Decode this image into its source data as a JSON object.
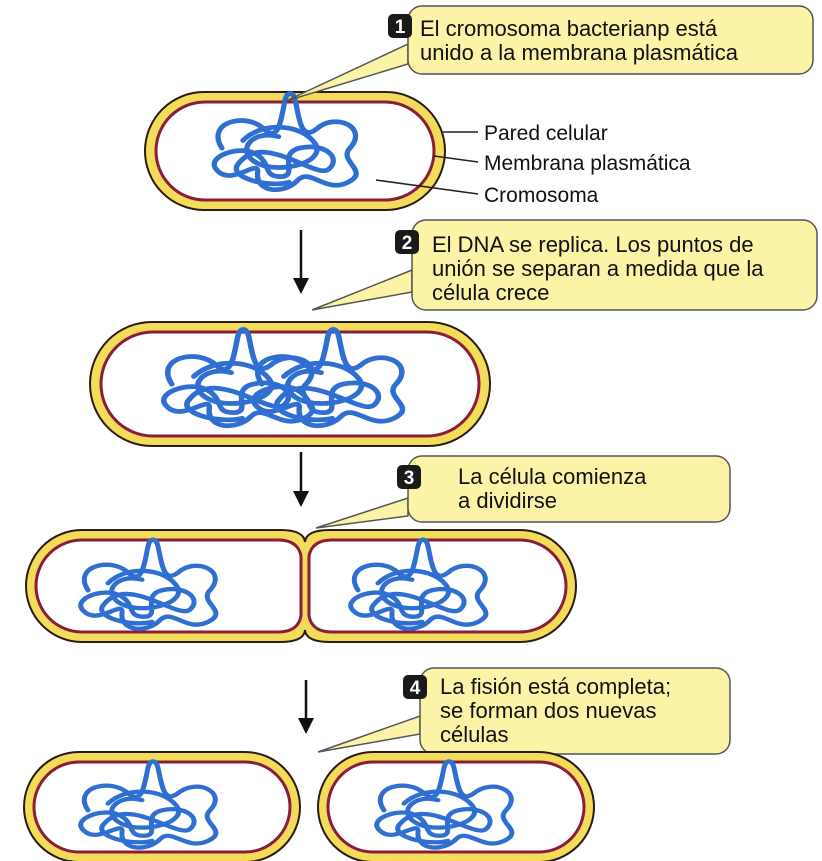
{
  "colors": {
    "wall": "#f2dc5a",
    "wall_edge": "#2a1a10",
    "membrane": "#8b1d3b",
    "cytoplasm": "#ffffff",
    "chromosome": "#2f6fd1",
    "chromosome_dark": "#1f4fa8",
    "callout_bg": "#fbf3a6",
    "callout_border": "#555555",
    "badge": "#1a1a1a",
    "arrow": "#111111"
  },
  "steps": [
    {
      "number": "1",
      "lines": [
        "El cromosoma bacterianp está",
        "unido a la membrana plasmática"
      ]
    },
    {
      "number": "2",
      "lines": [
        "El DNA se replica. Los puntos de",
        "unión se separan a medida que la",
        "célula crece"
      ]
    },
    {
      "number": "3",
      "lines": [
        "La célula comienza",
        "a dividirse"
      ]
    },
    {
      "number": "4",
      "lines": [
        "La fisión está completa;",
        "se forman dos nuevas",
        "células"
      ]
    }
  ],
  "labels": {
    "cell_wall": "Pared celular",
    "plasma_membrane": "Membrana plasmática",
    "chromosome": "Cromosoma"
  }
}
